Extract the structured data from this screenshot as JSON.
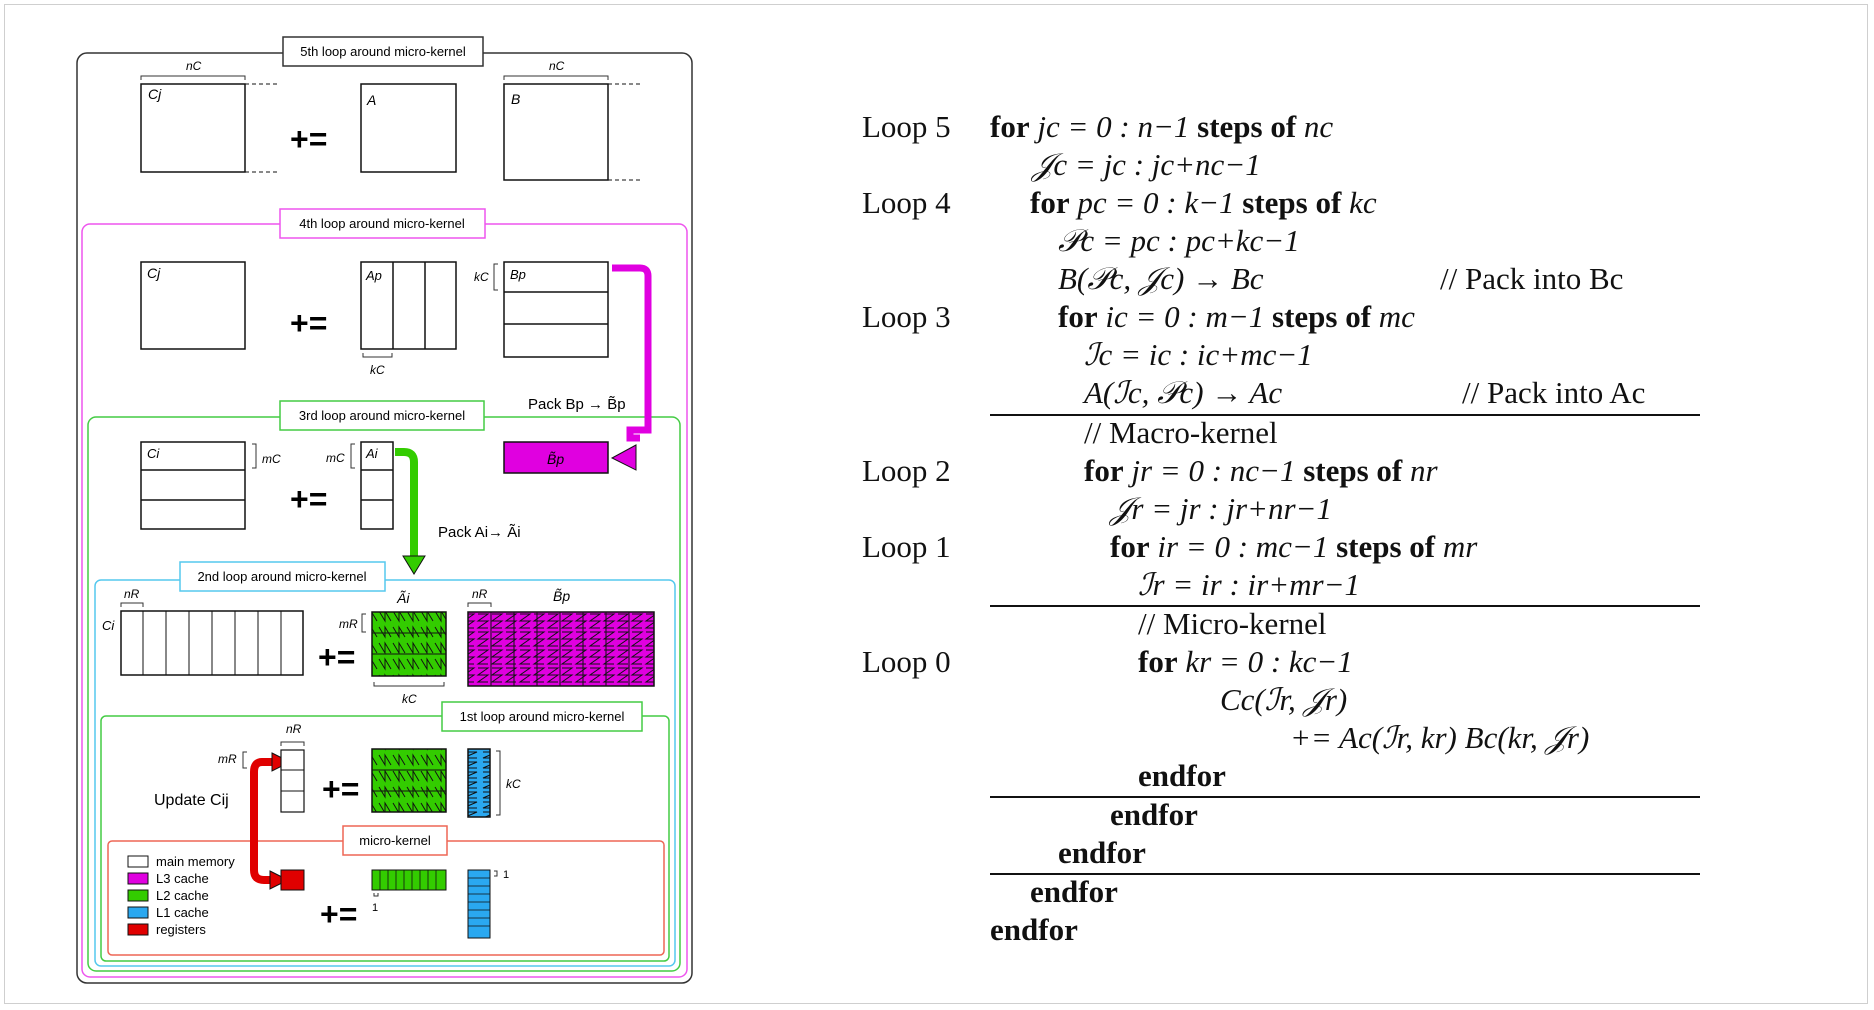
{
  "diagram": {
    "loop5_title": "5th loop around micro-kernel",
    "loop4_title": "4th loop around micro-kernel",
    "loop3_title": "3rd loop around micro-kernel",
    "loop2_title": "2nd loop around micro-kernel",
    "loop1_title": "1st loop around micro-kernel",
    "microkernel_title": "micro-kernel",
    "plus_equals": "+=",
    "labels": {
      "nc": "nC",
      "kc": "kC",
      "mc": "mC",
      "nr": "nR",
      "mr": "mR",
      "Cj": "Cj",
      "A": "A",
      "B": "B",
      "Ap": "Ap",
      "Bp": "Bp",
      "Ci": "Ci",
      "Ai": "Ai",
      "Ai_tilde": "Ãi",
      "Bp_tilde": "B̃p",
      "one": "1"
    },
    "pack_b": "Pack Bp → B̃p",
    "pack_a": "Pack Ai→ Ãi",
    "update": "Update Cij",
    "legend": [
      {
        "label": "main memory",
        "color": "#ffffff"
      },
      {
        "label": "L3 cache",
        "color": "#e000e0"
      },
      {
        "label": "L2 cache",
        "color": "#33cc00"
      },
      {
        "label": "L1 cache",
        "color": "#2aa8f0"
      },
      {
        "label": "registers",
        "color": "#e00000"
      }
    ],
    "colors": {
      "loop4": "#ee55ee",
      "loop3": "#44cc44",
      "loop2": "#55c8ee",
      "loop1": "#44cc44",
      "micro": "#ee6655"
    }
  },
  "algorithm": {
    "loop_labels": [
      "Loop 5",
      "Loop 4",
      "Loop 3",
      "Loop 2",
      "Loop 1",
      "Loop 0"
    ],
    "for_kw": "for",
    "steps_kw": "steps of",
    "endfor_kw": "endfor",
    "lines": {
      "l5_range": "jc = 0 : n−1",
      "l5_step": "nc",
      "l5_set": "𝒥c = jc : jc+nc−1",
      "l4_range": "pc = 0 : k−1",
      "l4_step": "kc",
      "l4_set": "𝒫c = pc : pc+kc−1",
      "l4_pack": "B(𝒫c, 𝒥c) → Bc",
      "l4_comment": "// Pack into Bc",
      "l3_range": "ic = 0 : m−1",
      "l3_step": "mc",
      "l3_set": "ℐc = ic : ic+mc−1",
      "l3_pack": "A(ℐc, 𝒫c) → Ac",
      "l3_comment": "// Pack into Ac",
      "macro_comment": "// Macro-kernel",
      "l2_range": "jr = 0 : nc−1",
      "l2_step": "nr",
      "l2_set": "𝒥r = jr : jr+nr−1",
      "l1_range": "ir = 0 : mc−1",
      "l1_step": "mr",
      "l1_set": "ℐr = ir : ir+mr−1",
      "micro_comment": "// Micro-kernel",
      "l0_range": "kr = 0 : kc−1",
      "l0_update1": "Cc(ℐr, 𝒥r)",
      "l0_update2": "+= Ac(ℐr, kr)  Bc(kr, 𝒥r)"
    }
  }
}
